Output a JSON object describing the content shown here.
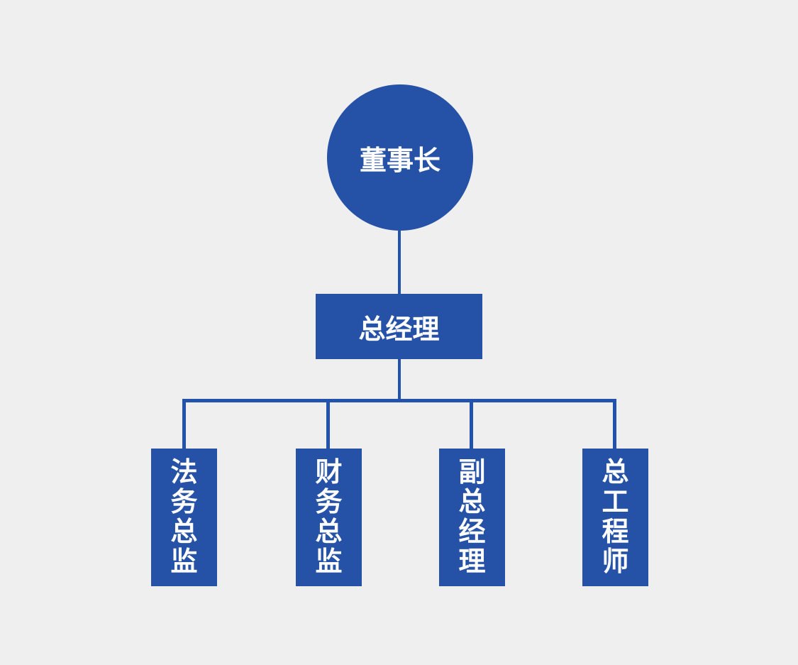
{
  "org_chart": {
    "type": "org-tree",
    "root": {
      "label": "董事长"
    },
    "level2": {
      "label": "总经理"
    },
    "level3": [
      {
        "label": "法务总监"
      },
      {
        "label": "财务总监"
      },
      {
        "label": "副总经理"
      },
      {
        "label": "总工程师"
      }
    ]
  },
  "colors": {
    "node_fill": "#2552a7",
    "connector_line": "#2153ae",
    "node_text": "#ffffff",
    "background": "#efefef"
  }
}
